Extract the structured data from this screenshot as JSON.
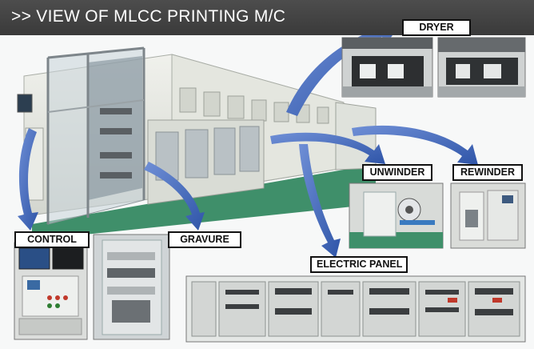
{
  "header": {
    "title": ">> VIEW OF MLCC PRINTING M/C"
  },
  "labels": {
    "dryer": "DRYER",
    "unwinder": "UNWINDER",
    "rewinder": "REWINDER",
    "control": "CONTROL",
    "gravure": "GRAVURE",
    "electric_panel": "ELECTRIC PANEL"
  },
  "colors": {
    "header_bg": "#3a3a3a",
    "arrow": "#3f64b8",
    "machine_body": "#e6e8e2",
    "floor": "#3f8f6a"
  }
}
